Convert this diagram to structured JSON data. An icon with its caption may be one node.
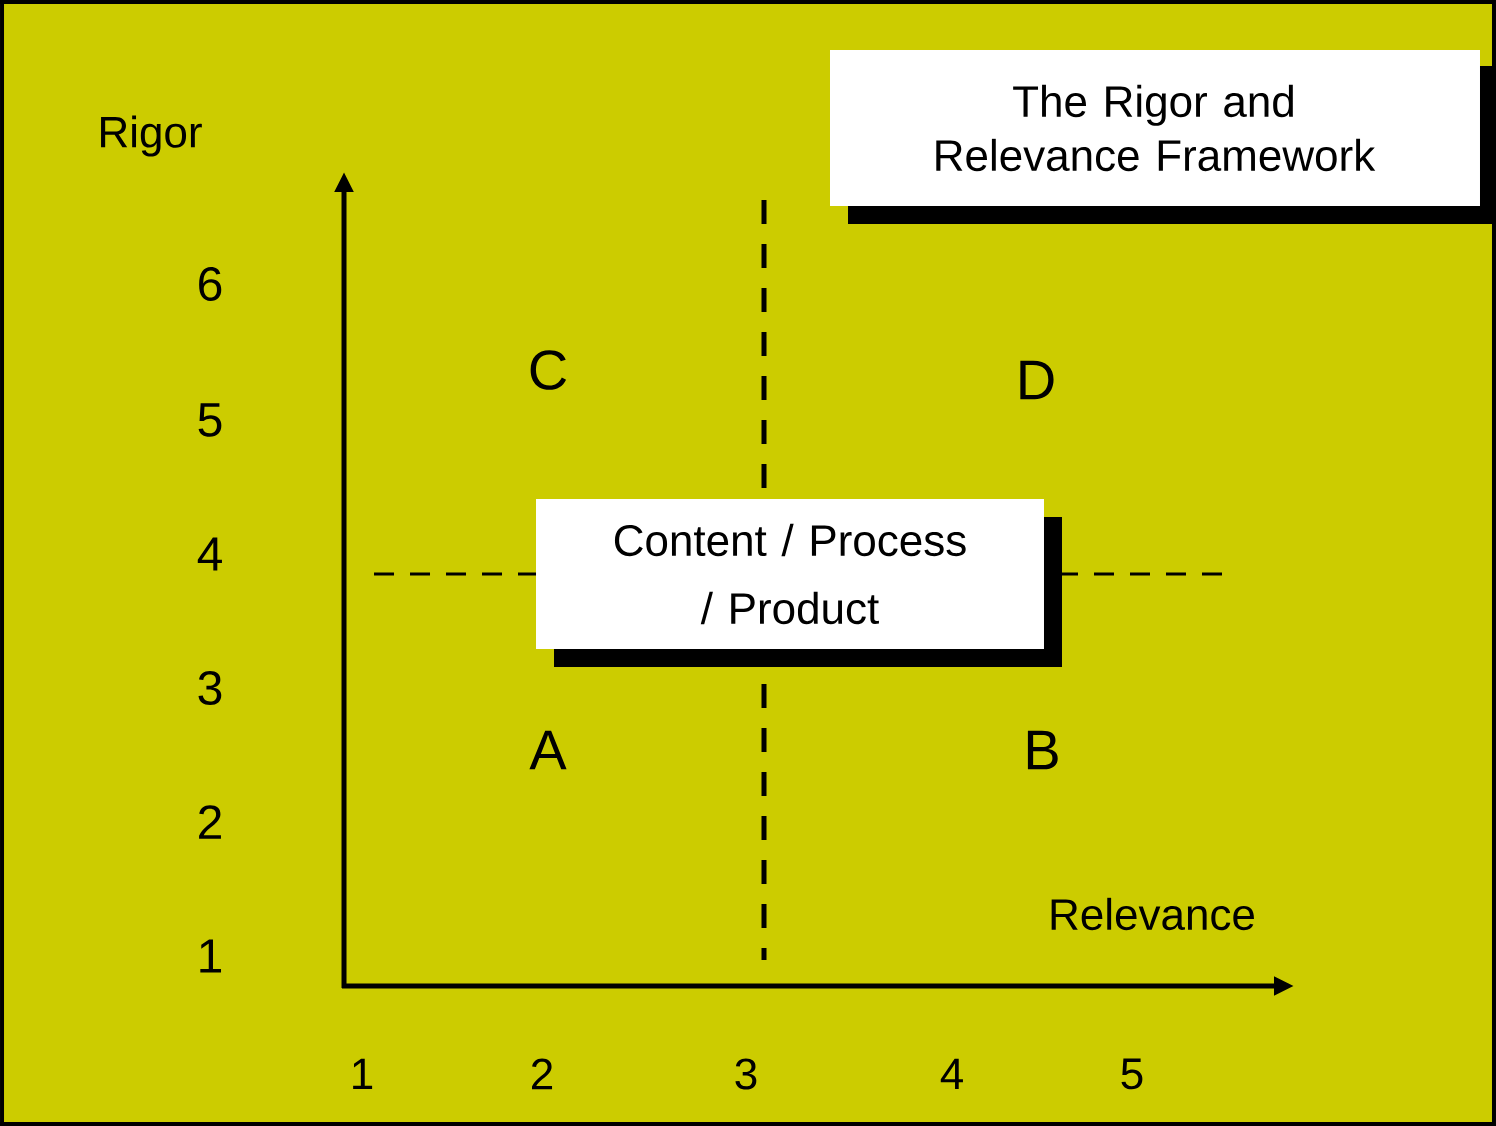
{
  "diagram": {
    "title": "The Rigor and Relevance Framework",
    "nodes": [
      {
        "text": [
          "Content / Process / Product"
        ]
      }
    ],
    "labels": [
      "Rigor",
      "6",
      "C",
      "D",
      "5",
      "4",
      "3",
      "A",
      "B",
      "2",
      "Relevance",
      "1",
      "1",
      "2",
      "3",
      "4",
      "5"
    ]
  }
}
